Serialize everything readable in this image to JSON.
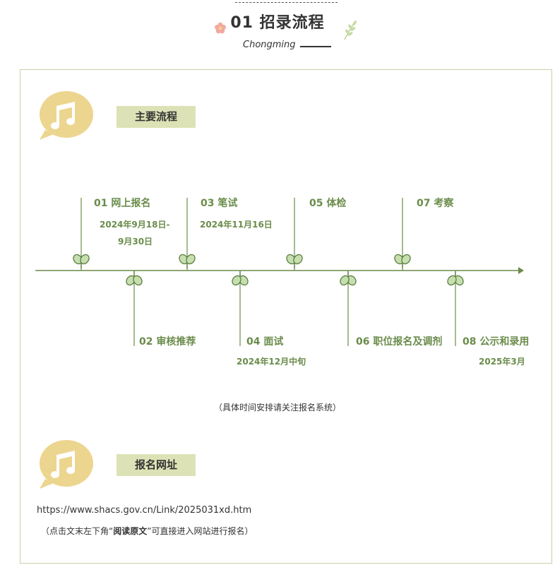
{
  "header": {
    "title": "01 招录流程",
    "subtitle": "Chongming"
  },
  "section1": {
    "tag": "主要流程"
  },
  "timeline": {
    "steps": [
      {
        "title": "01 网上报名",
        "date_line1": "2024年9月18日-",
        "date_line2": "9月30日"
      },
      {
        "title": "02 审核推荐",
        "date_line1": "",
        "date_line2": ""
      },
      {
        "title": "03 笔试",
        "date_line1": "2024年11月16日",
        "date_line2": ""
      },
      {
        "title": "04 面试",
        "date_line1": "2024年12月中旬",
        "date_line2": ""
      },
      {
        "title": "05 体检",
        "date_line1": "",
        "date_line2": ""
      },
      {
        "title": "06 职位报名及调剂",
        "date_line1": "",
        "date_line2": ""
      },
      {
        "title": "07 考察",
        "date_line1": "",
        "date_line2": ""
      },
      {
        "title": "08 公示和录用",
        "date_line1": "2025年3月",
        "date_line2": ""
      }
    ],
    "note": "（具体时间安排请关注报名系统）"
  },
  "section2": {
    "tag": "报名网址",
    "url": "https://www.shacs.gov.cn/Link/2025031xd.htm",
    "hint_prefix": "（点击文末左下角“",
    "hint_bold": "阅读原文",
    "hint_suffix": "”可直接进入网站进行报名）"
  },
  "colors": {
    "accent_green": "#6a8c4a",
    "tag_bg": "#dde2b6",
    "bubble": "#ecd58e",
    "border": "#c7cfa7"
  },
  "icons": [
    "flower-icon",
    "leaf-sprig-icon",
    "music-note-icon",
    "sprout-icon",
    "arrow-right-icon"
  ]
}
